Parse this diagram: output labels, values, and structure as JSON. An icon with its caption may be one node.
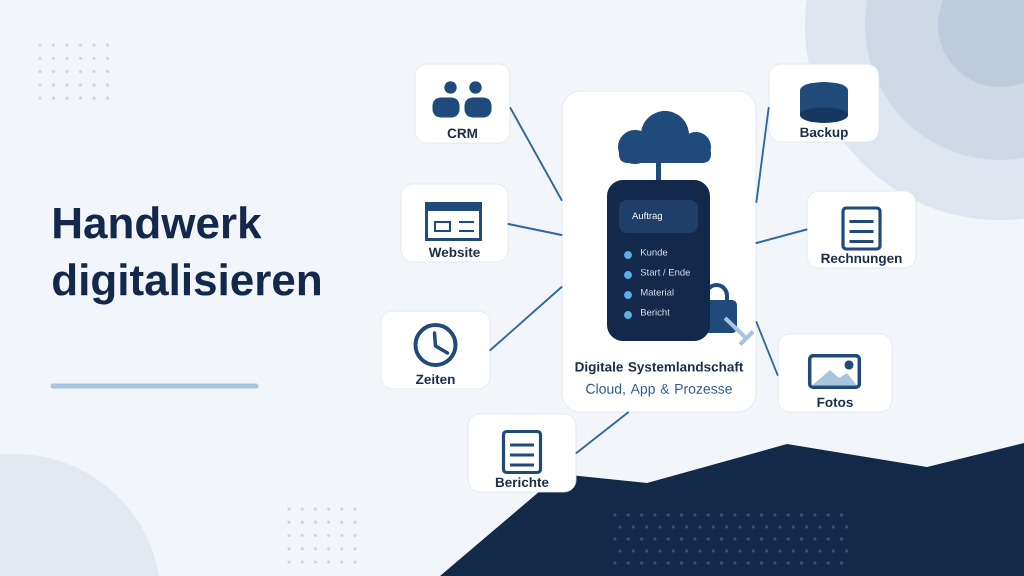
{
  "diagram": {
    "title": "Handwerk digitalisieren",
    "nodes": [
      {
        "text": [
          "CRM"
        ]
      },
      {
        "text": [
          "Website"
        ]
      },
      {
        "text": [
          "Zeiten"
        ]
      },
      {
        "text": [
          "Berichte"
        ]
      },
      {
        "text": [
          "Digitale Systemlandschaft",
          "Cloud, App & Prozesse"
        ]
      },
      {
        "text": [
          "Kunde",
          "Start / Ende",
          "Material",
          "Bericht"
        ],
        "in": 4
      },
      {
        "text": [
          "Auftrag"
        ],
        "in": 5
      },
      {
        "text": [
          "Backup"
        ]
      },
      {
        "text": [
          "Rechnungen"
        ]
      },
      {
        "text": [
          "Fotos"
        ]
      }
    ],
    "edges": [
      {
        "from": 4,
        "to": 0,
        "arrow": "none"
      },
      {
        "from": 4,
        "to": 1,
        "arrow": "none"
      },
      {
        "from": 4,
        "to": 2,
        "arrow": "none"
      },
      {
        "from": 4,
        "to": 3,
        "arrow": "none"
      },
      {
        "from": 4,
        "to": 7,
        "arrow": "none"
      },
      {
        "from": 4,
        "to": 8,
        "arrow": "none"
      },
      {
        "from": 4,
        "to": 9,
        "arrow": "none"
      }
    ]
  }
}
